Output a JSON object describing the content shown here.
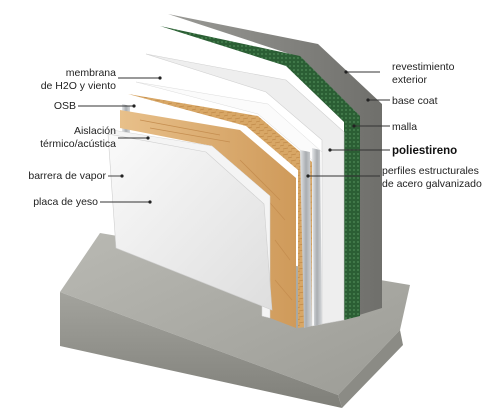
{
  "labels_left": [
    {
      "id": "membrana",
      "lines": [
        "membrana",
        "de H2O y viento"
      ]
    },
    {
      "id": "osb",
      "lines": [
        "OSB"
      ]
    },
    {
      "id": "aislacion",
      "lines": [
        "Aislación",
        "térmico/acústica"
      ]
    },
    {
      "id": "barrera",
      "lines": [
        "barrera de vapor"
      ]
    },
    {
      "id": "placa",
      "lines": [
        "placa de yeso"
      ]
    }
  ],
  "labels_right": [
    {
      "id": "revestimiento",
      "lines": [
        "revestimiento",
        "exterior"
      ],
      "bold": false
    },
    {
      "id": "basecoat",
      "lines": [
        "base coat"
      ],
      "bold": false
    },
    {
      "id": "malla",
      "lines": [
        "malla"
      ],
      "bold": false
    },
    {
      "id": "poliestireno",
      "lines": [
        "poliestireno"
      ],
      "bold": true
    },
    {
      "id": "perfiles",
      "lines": [
        "perfiles estructurales",
        "de acero galvanizado"
      ],
      "bold": false
    }
  ],
  "colors": {
    "concrete": "#a9a9a3",
    "concrete_dark": "#8a8a84",
    "gypsum": "#f1f1f1",
    "insulation": "#e0b27a",
    "osb": "#d9aa68",
    "membrane": "#f7f7f7",
    "eps": "#ececec",
    "mesh": "#2f6b3a",
    "render": "#8f8f8b",
    "steel": "#c6c9cc"
  }
}
